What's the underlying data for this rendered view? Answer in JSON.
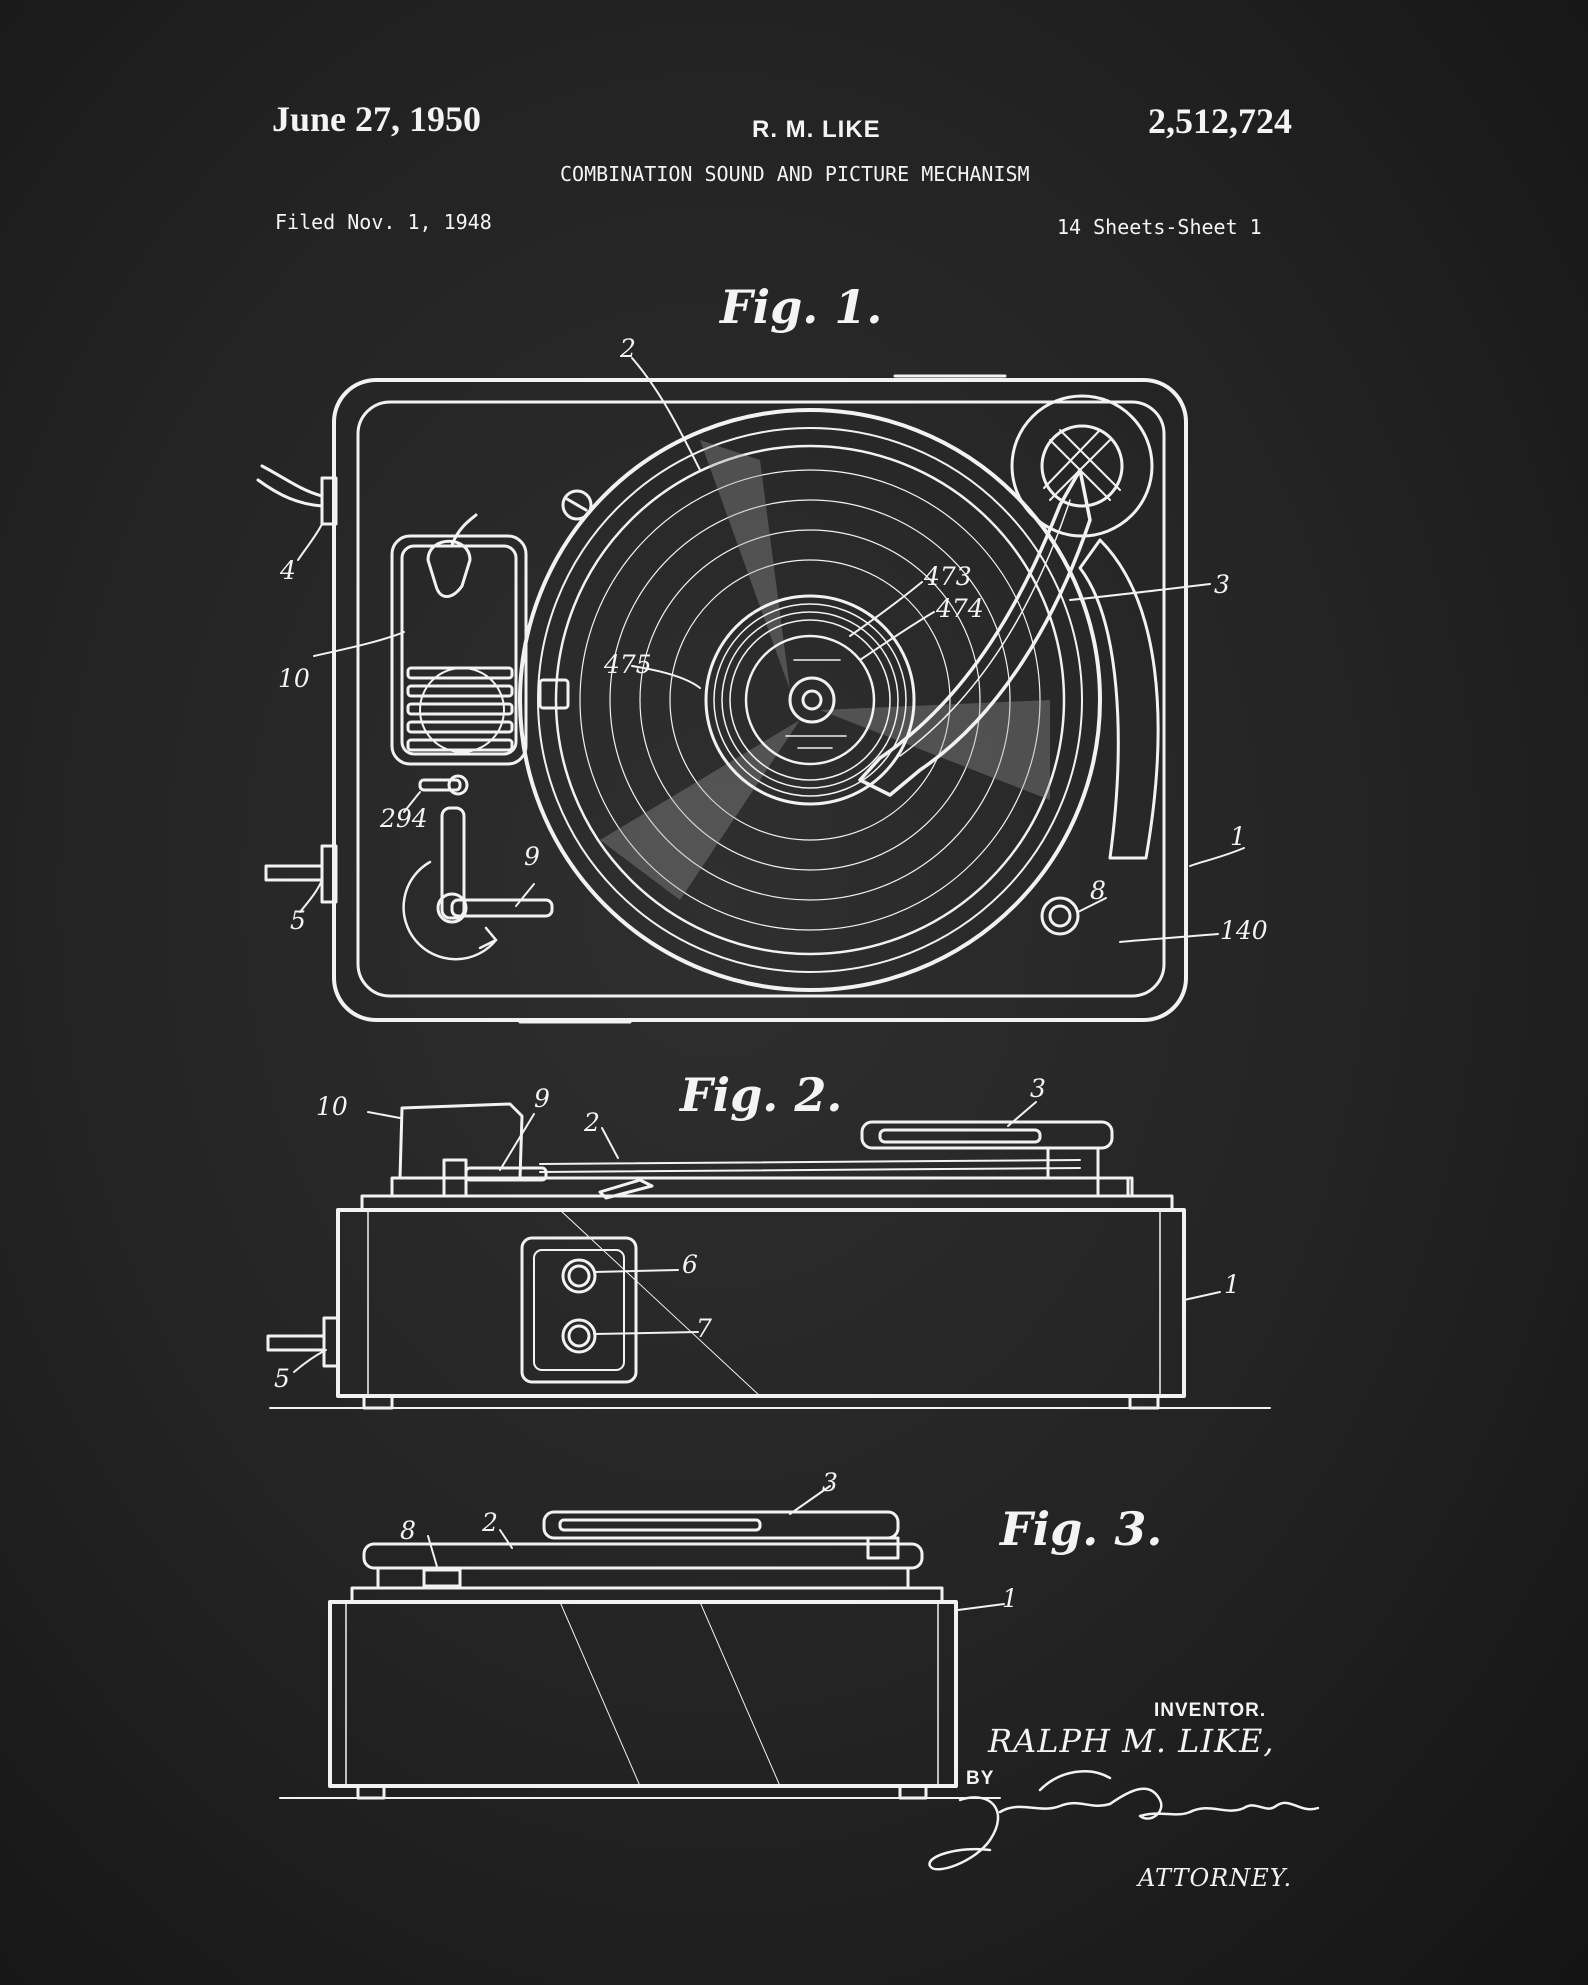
{
  "header": {
    "date": "June 27, 1950",
    "inventor": "R. M. LIKE",
    "patent_number": "2,512,724",
    "title": "COMBINATION SOUND AND PICTURE MECHANISM",
    "filed": "Filed Nov. 1, 1948",
    "sheets": "14 Sheets-Sheet 1"
  },
  "figures": {
    "fig1": {
      "label": "Fig. 1.",
      "refs": {
        "r1": "1",
        "r2": "2",
        "r3": "3",
        "r4": "4",
        "r5": "5",
        "r8": "8",
        "r9": "9",
        "r10": "10",
        "r140": "140",
        "r294": "294",
        "r473": "473",
        "r474": "474",
        "r475": "475"
      }
    },
    "fig2": {
      "label": "Fig. 2.",
      "refs": {
        "r10": "10",
        "r9": "9",
        "r2": "2",
        "r3": "3",
        "r6": "6",
        "r7": "7",
        "r1": "1",
        "r5": "5"
      }
    },
    "fig3": {
      "label": "Fig. 3.",
      "refs": {
        "r3": "3",
        "r8": "8",
        "r2": "2",
        "r1": "1"
      }
    }
  },
  "signature": {
    "inventor_label": "INVENTOR.",
    "inventor_name": "RALPH M. LIKE,",
    "by": "BY",
    "attorney_label": "ATTORNEY."
  },
  "colors": {
    "background": "#222222",
    "ink": "#f2f2f2"
  }
}
